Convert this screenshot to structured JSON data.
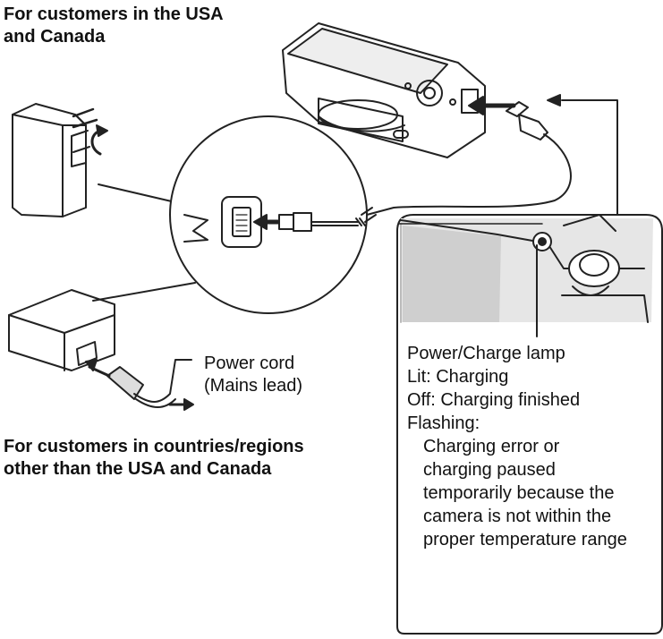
{
  "heading_usa": [
    "For customers in the USA",
    "and Canada"
  ],
  "heading_other": [
    "For customers in countries/regions",
    "other than the USA and Canada"
  ],
  "power_cord_label": [
    "Power cord",
    "(Mains lead)"
  ],
  "lamp_info": {
    "title": "Power/Charge lamp",
    "lit": "Lit: Charging",
    "off": "Off: Charging finished",
    "flashing": "Flashing:",
    "flashing_detail": [
      "Charging error or",
      "charging paused",
      "temporarily because the",
      "camera is not within the",
      "proper temperature range"
    ]
  }
}
